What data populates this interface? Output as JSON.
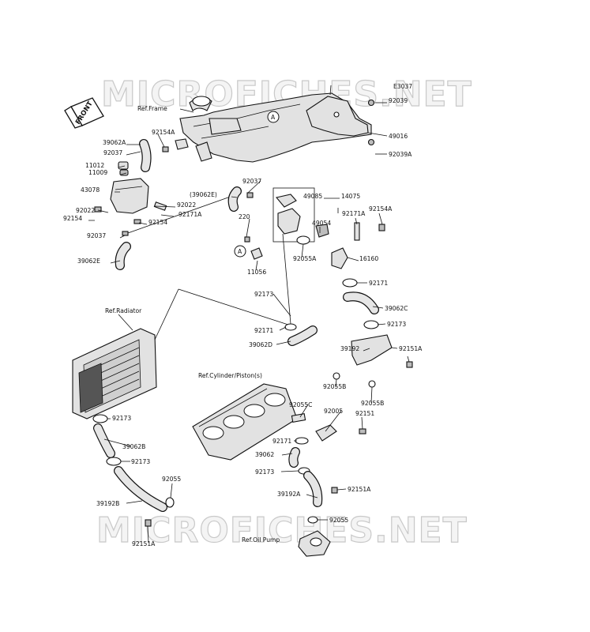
{
  "watermark": {
    "text": "MICROFICHES.NET"
  },
  "front_badge": {
    "text": "FRONT"
  },
  "callout_marker": {
    "letter": "A"
  },
  "refs": {
    "frame": "Ref.Frame",
    "radiator": "Ref.Radiator",
    "cylinder": "Ref.Cylinder/Piston(s)",
    "oil_pump": "Ref.Oil Pump"
  },
  "part_labels": [
    "E3037",
    "92039",
    "49016",
    "92039A",
    "92154A",
    "39062A",
    "92037",
    "11012",
    "11009",
    "43078",
    "92022",
    "92022",
    "92154",
    "92171A",
    "92154",
    "92037",
    "39062E",
    "92037",
    "(39062E)",
    "220",
    "11056",
    "49085",
    "14075",
    "49054",
    "92055A",
    "92171A",
    "92154A",
    "16160",
    "92171",
    "39062C",
    "92173",
    "92173",
    "92171",
    "39062D",
    "39192",
    "92151A",
    "92055B",
    "92055B",
    "92055C",
    "92005",
    "92151",
    "92171",
    "39062",
    "92173",
    "92151A",
    "39192A",
    "92055",
    "92173",
    "39062B",
    "92173",
    "92055",
    "39192B",
    "92151A"
  ]
}
